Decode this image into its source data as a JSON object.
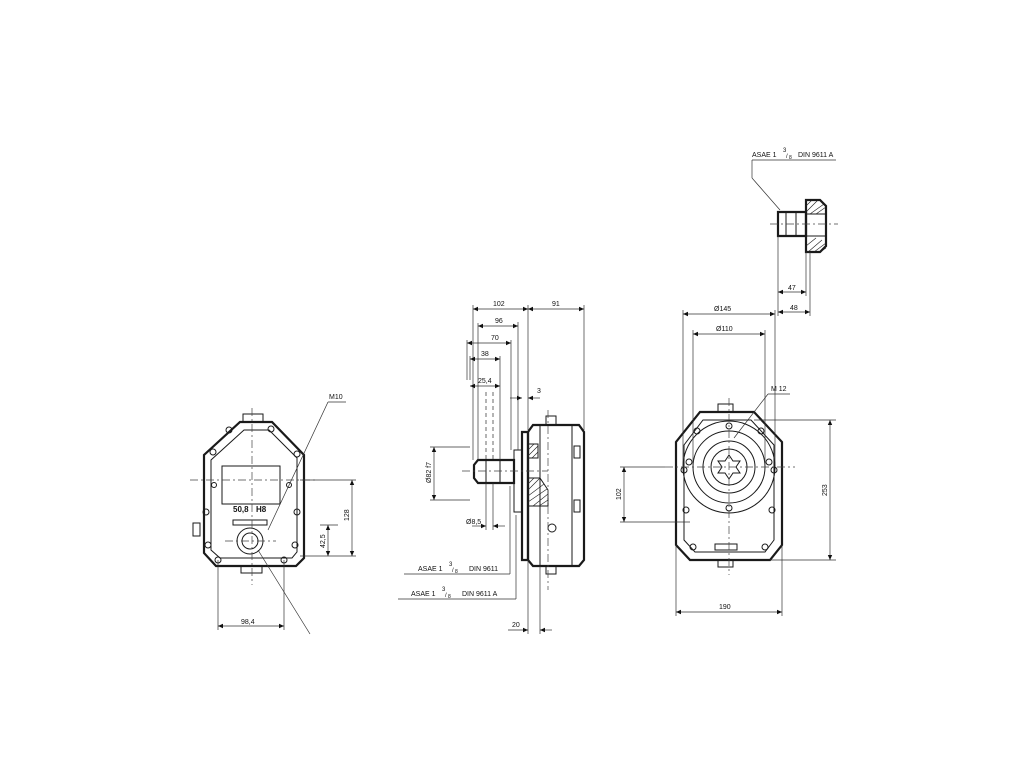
{
  "front_view": {
    "thread_label": "M10",
    "bore_label": "50,8",
    "bore_tolerance": "H8",
    "height_dim": "128",
    "offset_dim": "42,5",
    "width_dim": "98,4"
  },
  "side_view": {
    "dims_top": [
      "102",
      "91",
      "96",
      "70",
      "38",
      "25,4",
      "3"
    ],
    "dia_label": "Ø82 f7",
    "hole_label": "Ø8,5",
    "bottom_dim": "20",
    "shaft_labels": [
      {
        "prefix": "ASAE 1",
        "frac_num": "3",
        "frac_den": "8",
        "suffix": "DIN 9611"
      },
      {
        "prefix": "ASAE 1",
        "frac_num": "3",
        "frac_den": "8",
        "suffix": "DIN 9611 A"
      }
    ]
  },
  "rear_view": {
    "dia_outer": "Ø145",
    "dia_inner": "Ø110",
    "thread_label": "M 12",
    "height_left": "102",
    "height_right": "253",
    "width_dim": "190"
  },
  "detail_view": {
    "label": {
      "prefix": "ASAE 1",
      "frac_num": "3",
      "frac_den": "8",
      "suffix": "DIN 9611 A"
    },
    "dim_inner": "47",
    "dim_outer": "48"
  }
}
